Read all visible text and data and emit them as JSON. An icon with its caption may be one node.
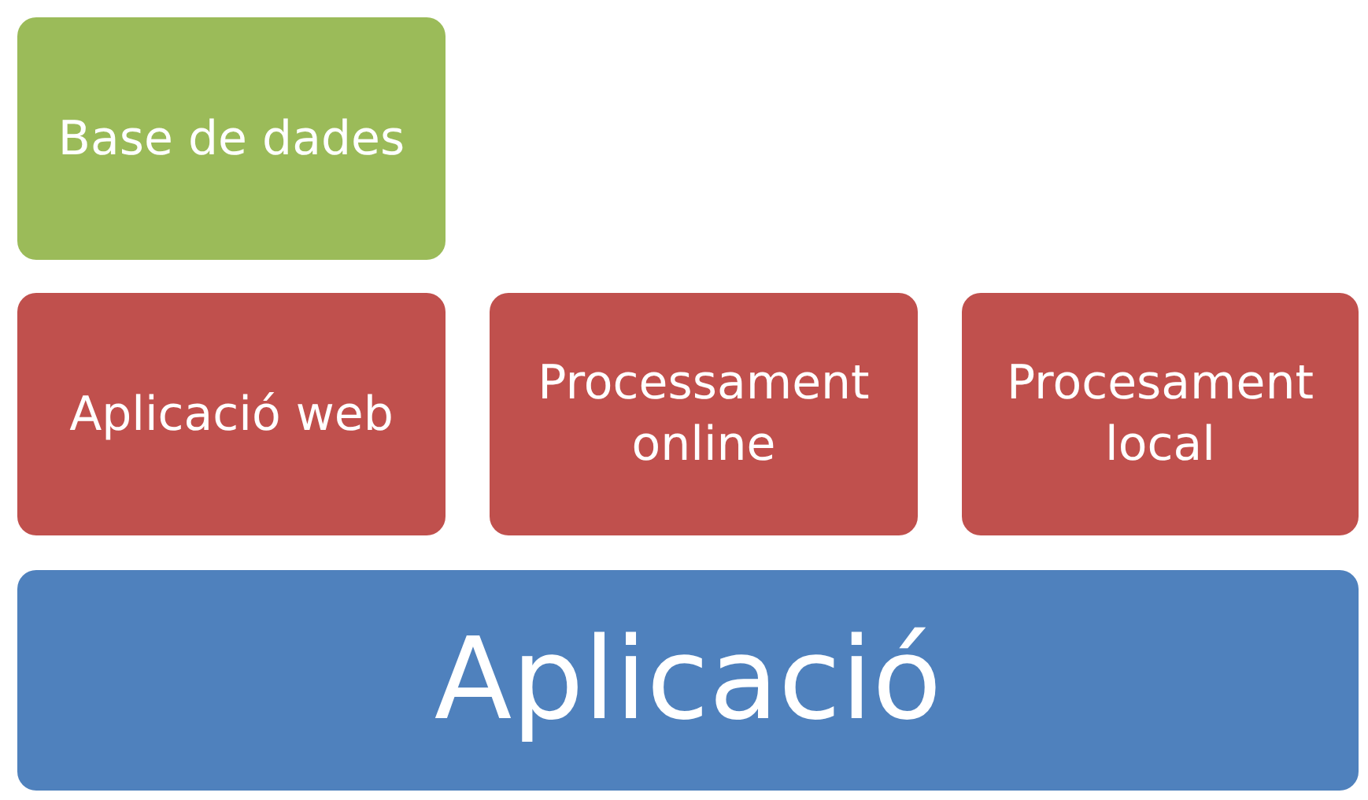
{
  "diagram": {
    "nodes": [
      {
        "text": [
          "Base de dades"
        ]
      },
      {
        "text": [
          "Aplicació web"
        ]
      },
      {
        "text": [
          "Processament online"
        ]
      },
      {
        "text": [
          "Procesament local"
        ]
      },
      {
        "text": [
          "Aplicació"
        ]
      }
    ]
  }
}
